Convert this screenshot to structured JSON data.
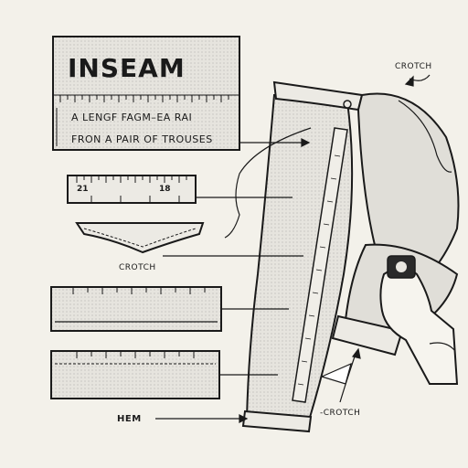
{
  "title": "INSEAM",
  "subtitle_line1": "A LENGF FAGM–EA RAI",
  "subtitle_line2": "FRON A PAIR OF TROUSES",
  "ruler_numbers": [
    "21",
    "18"
  ],
  "labels": {
    "crotch_top": "CROTCH",
    "crotch_middle": "CROTCH",
    "crotch_bottom": "-CROTCH",
    "hem": "HEM"
  },
  "colors": {
    "background": "#f3f1ea",
    "ink": "#1a1a1a",
    "fabric": "#e4e2dc"
  }
}
